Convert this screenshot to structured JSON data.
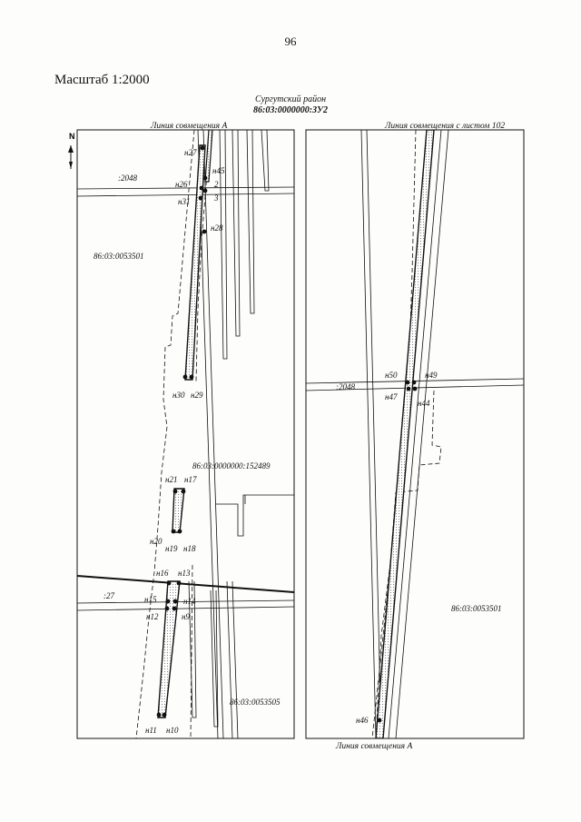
{
  "page_number": "96",
  "scale_label": "Масштаб 1:2000",
  "district": "Сургутский район",
  "parcel_id": "86:03:0000000:ЗУ2",
  "north_label": "N",
  "left_panel": {
    "header": "Линия совмещения А",
    "labels": {
      "road_2048": ":2048",
      "block_3501": "86:03:0053501",
      "parcel_152489": "86:03:0000000:152489",
      "road_27": ":27",
      "block_3505": "86:03:0053505",
      "mark_2": "2",
      "mark_3": "3"
    },
    "points": {
      "n27": "н27",
      "n45": "н45",
      "n26": "н26",
      "n31": "н31",
      "n28": "н28",
      "n30": "н30",
      "n29": "н29",
      "n21": "н21",
      "n17": "н17",
      "n20": "н20",
      "n19": "н19",
      "n18": "н18",
      "n16": "н16",
      "n13": "н13",
      "n15": "н15",
      "n14": "н14",
      "n12": "н12",
      "n9": "н9",
      "n11": "н11",
      "n10": "н10"
    }
  },
  "right_panel": {
    "header": "Линия совмещения с листом 102",
    "footer": "Линия совмещения А",
    "labels": {
      "road_2048": ":2048",
      "block_3501": "86:03:0053501"
    },
    "points": {
      "n50": "н50",
      "n49": "н49",
      "n47": "н47",
      "n44": "н44",
      "n46": "н46"
    }
  }
}
